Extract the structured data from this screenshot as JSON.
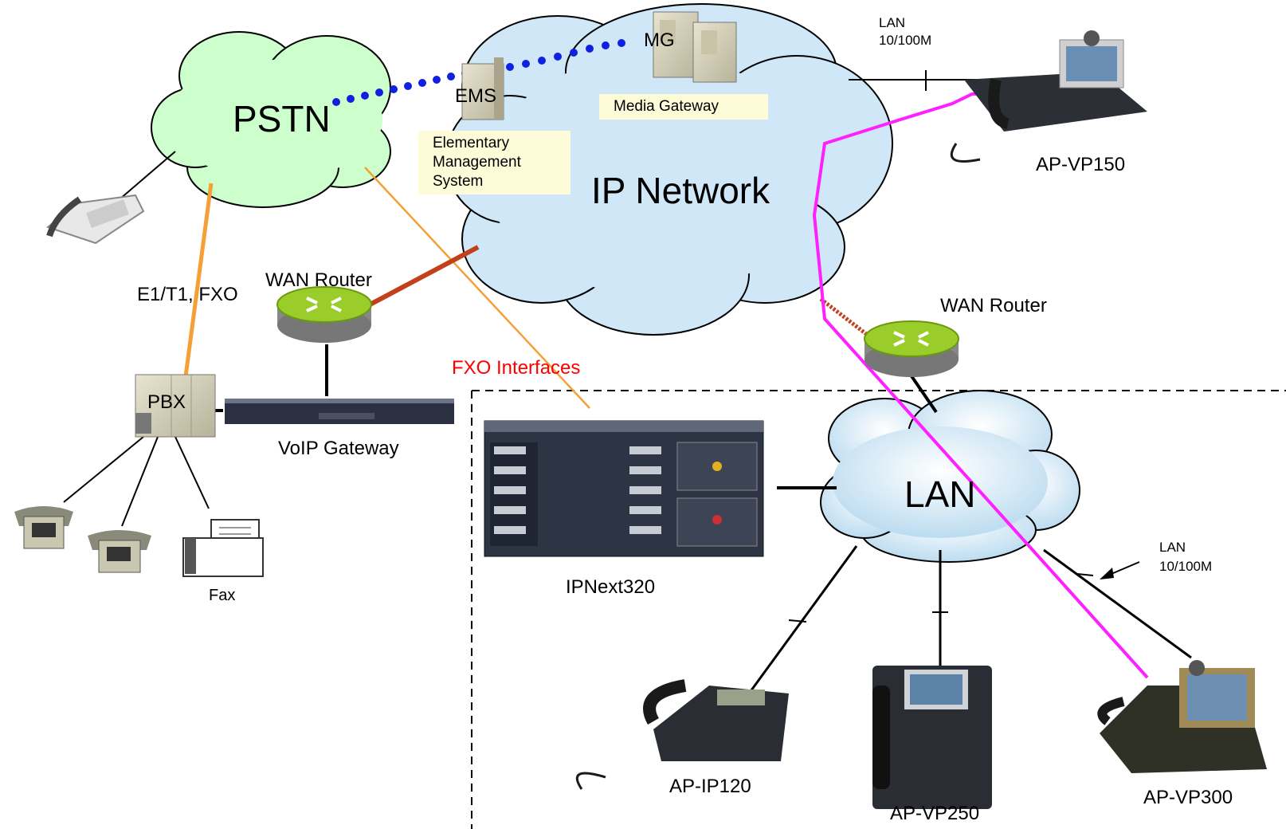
{
  "clouds": {
    "pstn": "PSTN",
    "ip_network": "IP Network",
    "lan": "LAN"
  },
  "servers": {
    "mg": "MG",
    "ems": "EMS"
  },
  "notes": {
    "ems": [
      "Elementary",
      "Management",
      "System"
    ],
    "mg": "Media Gateway"
  },
  "links": {
    "lan_top": [
      "LAN",
      "10/100M"
    ],
    "lan_right": [
      "LAN",
      "10/100M"
    ],
    "e1t1": "E1/T1, FXO",
    "fxo": "FXO Interfaces"
  },
  "devices": {
    "wan_router_left": "WAN Router",
    "wan_router_right": "WAN Router",
    "pbx": "PBX",
    "voip_gateway": "VoIP Gateway",
    "ipnext": "IPNext320",
    "fax": "Fax",
    "ap_vp150": "AP-VP150",
    "ap_ip120": "AP-IP120",
    "ap_vp250": "AP-VP250",
    "ap_vp300": "AP-VP300"
  },
  "colors": {
    "pstn_cloud": "#ccffcc",
    "ip_cloud": "#cfe7f7",
    "lan_cloud": "#e3f1fa",
    "orange_link": "#f5a037",
    "wan_link": "#c2401a",
    "magenta_path": "#ff20ff",
    "dotted_link": "#1020e0",
    "fxo_label": "#ff0000",
    "router_top": "#9acd2a"
  }
}
